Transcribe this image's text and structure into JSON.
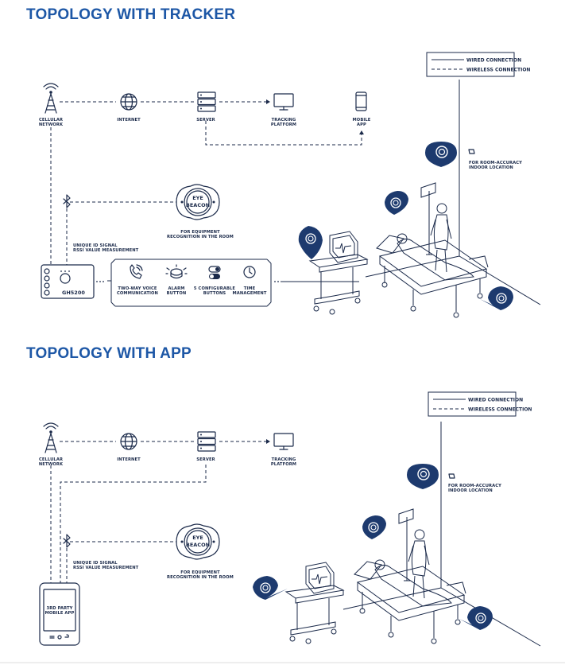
{
  "sections": {
    "tracker": {
      "title": "TOPOLOGY WITH TRACKER",
      "legend": {
        "wired": "WIRED CONNECTION",
        "wireless": "WIRELESS CONNECTION"
      },
      "nodes": {
        "cellular": [
          "CELLULAR",
          "NETWORK"
        ],
        "internet": [
          "INTERNET"
        ],
        "server": [
          "SERVER"
        ],
        "tracking": [
          "TRACKING",
          "PLATFORM"
        ],
        "mobile": [
          "MOBILE",
          "APP"
        ]
      },
      "beacon": {
        "line1": "EYE",
        "line2": "BEACON",
        "caption": [
          "FOR EQUIPMENT",
          "RECOGNITION IN THE ROOM"
        ]
      },
      "rssi": [
        "UNIQUE ID SIGNAL",
        "RSSI VALUE MEASUREMENT"
      ],
      "device": "GH5200",
      "features": [
        [
          "TWO-WAY VOICE",
          "COMMUNICATION"
        ],
        [
          "ALARM",
          "BUTTON"
        ],
        [
          "5 CONFIGURABLE",
          "BUTTONS"
        ],
        [
          "TIME",
          "MANAGEMENT"
        ]
      ],
      "room_accuracy": [
        "FOR ROOM-ACCURACY",
        "INDOOR LOCATION"
      ]
    },
    "app": {
      "title": "TOPOLOGY WITH APP",
      "legend": {
        "wired": "WIRED CONNECTION",
        "wireless": "WIRELESS CONNECTION"
      },
      "nodes": {
        "cellular": [
          "CELLULAR",
          "NETWORK"
        ],
        "internet": [
          "INTERNET"
        ],
        "server": [
          "SERVER"
        ],
        "tracking": [
          "TRACKING",
          "PLATFORM"
        ]
      },
      "beacon": {
        "line1": "EYE",
        "line2": "BEACON",
        "caption": [
          "FOR EQUIPMENT",
          "RECOGNITION IN THE ROOM"
        ]
      },
      "rssi": [
        "UNIQUE ID SIGNAL",
        "RSSI VALUE MEASUREMENT"
      ],
      "phone": [
        "3RD PARTY",
        "MOBILE APP"
      ],
      "room_accuracy": [
        "FOR ROOM-ACCURACY",
        "INDOOR LOCATION"
      ]
    }
  },
  "colors": {
    "title": "#1d57a6",
    "ink": "#1b2a4a",
    "pin": "#1d3a6e"
  },
  "icons": [
    "cell-tower-icon",
    "globe-icon",
    "server-icon",
    "monitor-icon",
    "smartphone-icon",
    "bluetooth-icon",
    "phone-call-icon",
    "alarm-icon",
    "toggle-icon",
    "clock-icon",
    "location-pin-icon"
  ]
}
